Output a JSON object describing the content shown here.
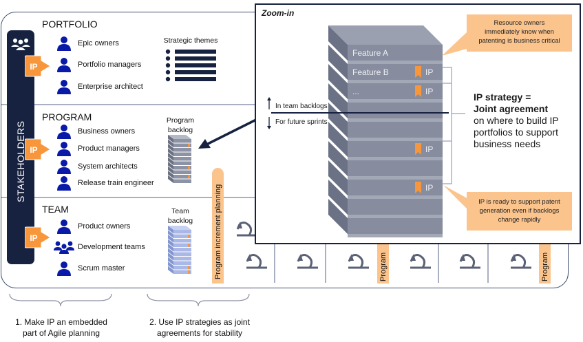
{
  "stakeholders_label": "STAKEHOLDERS",
  "ip_tag": "IP",
  "portfolio": {
    "title": "PORTFOLIO",
    "roles": [
      "Epic owners",
      "Portfolio managers",
      "Enterprise architect"
    ],
    "artifact_label": "Strategic themes"
  },
  "program": {
    "title": "PROGRAM",
    "roles": [
      "Business owners",
      "Product managers",
      "System architects",
      "Release train engineer"
    ],
    "artifact_label_1": "Program",
    "artifact_label_2": "backlog"
  },
  "team": {
    "title": "TEAM",
    "roles": [
      "Product owners",
      "Development teams",
      "Scrum master"
    ],
    "artifact_label_1": "Team",
    "artifact_label_2": "backlog"
  },
  "pi_planning": {
    "label": "Program increment planning",
    "label_short": "Program"
  },
  "captions": {
    "first_line1": "1. Make IP an embedded",
    "first_line2": "part of Agile planning",
    "second_line1": "2. Use IP strategies as joint",
    "second_line2": "agreements for stability"
  },
  "zoom_panel": {
    "title": "Zoom-in",
    "features": [
      "Feature A",
      "Feature B",
      "..."
    ],
    "ip_marker": "IP",
    "in_team_backlogs": "In team backlogs",
    "for_future_sprints": "For future sprints",
    "strategy_line1": "IP strategy =",
    "strategy_line2": "Joint agreement",
    "strategy_line3": "on where to build IP",
    "strategy_line4": "portfolios to support",
    "strategy_line5": "business needs",
    "callout_top_1": "Resource owners",
    "callout_top_2": "immediately know when",
    "callout_top_3": "patenting is business critical",
    "callout_bottom_1": "IP is ready to support patent",
    "callout_bottom_2": "generation even if backlogs",
    "callout_bottom_3": "change rapidly"
  },
  "colors": {
    "navy": "#16223f",
    "person_blue": "#0a1aa8",
    "ip_orange": "#f7963a",
    "callout_orange": "#fbc48d",
    "stack_gray": "#858b9c",
    "backlog_blue": "#a9b8e6"
  }
}
